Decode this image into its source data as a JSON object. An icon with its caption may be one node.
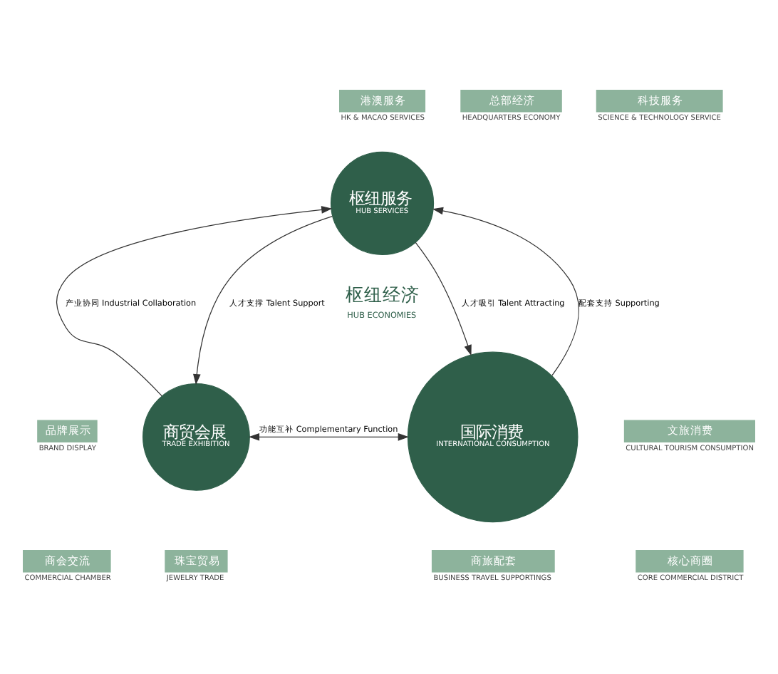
{
  "diagram": {
    "nodes": [
      {
        "text": [
          "枢纽经济",
          "HUB ECONOMIES"
        ]
      },
      {
        "text": [
          "枢纽服务",
          "HUB SERVICES"
        ]
      },
      {
        "text": [
          "商贸会展",
          "TRADE EXHIBITION"
        ]
      },
      {
        "text": [
          "国际消费",
          "INTERNATIONAL CONSUMPTION"
        ]
      },
      {
        "text": [
          "总部经济"
        ],
        "beside": [
          "HEADQUARTERS ECONOMY"
        ]
      },
      {
        "text": [
          "港澳服务"
        ],
        "beside": [
          "HK & MACAO SERVICES"
        ]
      },
      {
        "text": [
          "科技服务"
        ],
        "beside": [
          "SCIENCE & TECHNOLOGY SERVICE"
        ]
      },
      {
        "text": [
          "品牌展示"
        ],
        "beside": [
          "BRAND DISPLAY"
        ]
      },
      {
        "text": [
          "商会交流"
        ],
        "beside": [
          "COMMERCIAL CHAMBER"
        ]
      },
      {
        "text": [
          "珠宝贸易"
        ],
        "beside": [
          "JEWELRY TRADE"
        ]
      },
      {
        "text": [
          "文旅消费"
        ],
        "beside": [
          "CULTURAL TOURISM CONSUMPTION"
        ]
      },
      {
        "text": [
          "核心商圈"
        ],
        "beside": [
          "CORE COMMERCIAL DISTRICT"
        ]
      },
      {
        "text": [
          "商旅配套"
        ],
        "beside": [
          "BUSINESS TRAVEL SUPPORTINGS"
        ]
      }
    ],
    "edges": [
      {
        "from": 2,
        "to": 1,
        "arrow": "to",
        "label": "产业协同 Industrial Collaboration"
      },
      {
        "from": 1,
        "to": 2,
        "arrow": "to",
        "label": "人才支撑 Talent Support"
      },
      {
        "from": 1,
        "to": 3,
        "arrow": "to",
        "label": "人才吸引 Talent Attracting"
      },
      {
        "from": 3,
        "to": 1,
        "arrow": "to",
        "label": "配套支持 Supporting"
      },
      {
        "from": 2,
        "to": 3,
        "arrow": "both",
        "label": "功能互补 Complementary Function"
      }
    ]
  }
}
